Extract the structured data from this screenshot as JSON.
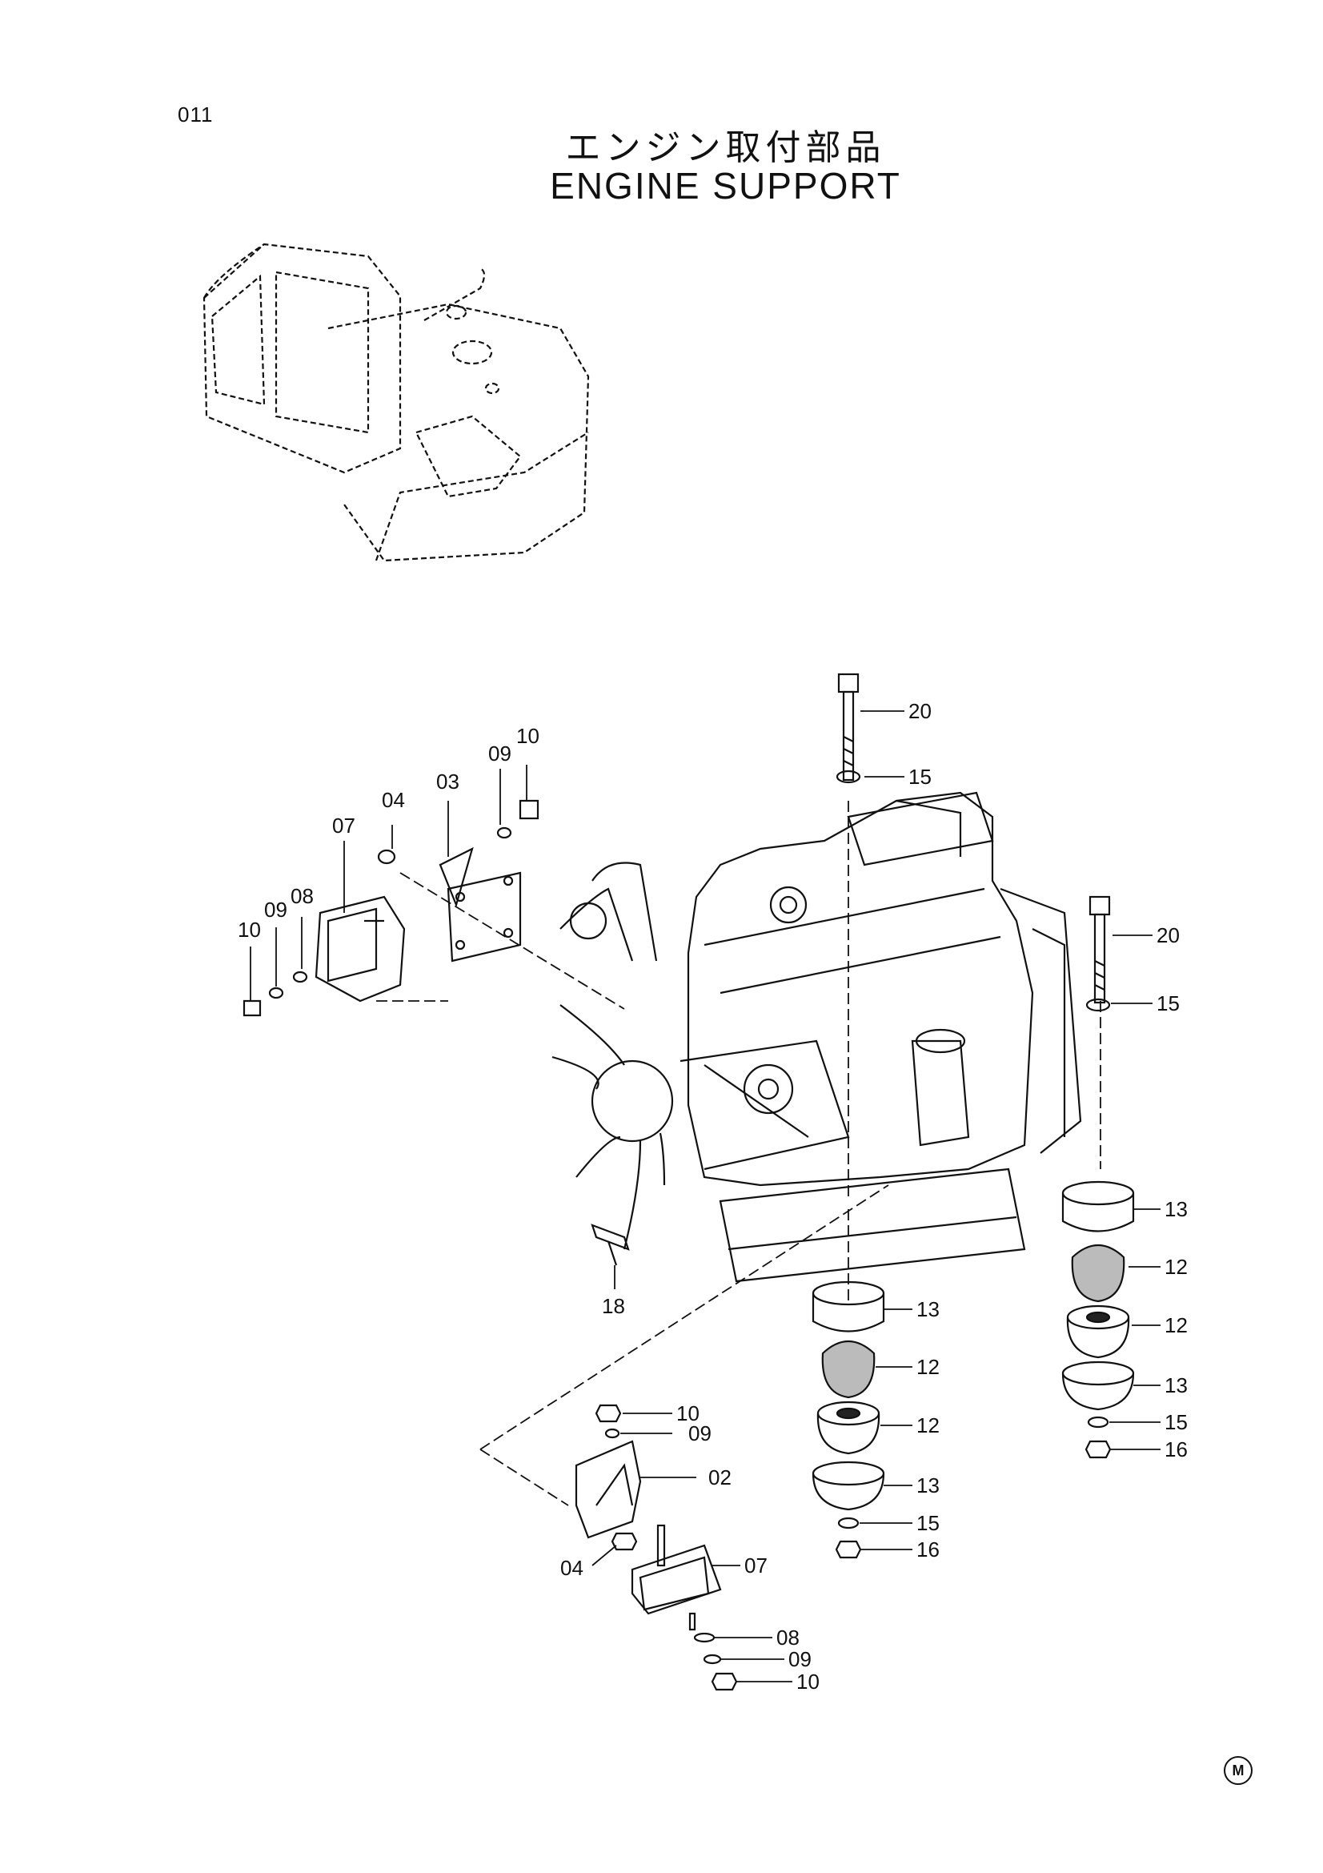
{
  "header": {
    "page_code": "011",
    "title_ja": "エンジン取付部品",
    "title_en": "ENGINE SUPPORT"
  },
  "callouts": [
    {
      "id": "c20a",
      "text": "20"
    },
    {
      "id": "c15a",
      "text": "15"
    },
    {
      "id": "c10a",
      "text": "10"
    },
    {
      "id": "c09a",
      "text": "09"
    },
    {
      "id": "c04a",
      "text": "04"
    },
    {
      "id": "c03",
      "text": "03"
    },
    {
      "id": "c07a",
      "text": "07"
    },
    {
      "id": "c08a",
      "text": "08"
    },
    {
      "id": "c09b",
      "text": "09"
    },
    {
      "id": "c10b",
      "text": "10"
    },
    {
      "id": "c20b",
      "text": "20"
    },
    {
      "id": "c15b",
      "text": "15"
    },
    {
      "id": "c13a",
      "text": "13"
    },
    {
      "id": "c12a",
      "text": "12"
    },
    {
      "id": "c12b",
      "text": "12"
    },
    {
      "id": "c13b",
      "text": "13"
    },
    {
      "id": "c15c",
      "text": "15"
    },
    {
      "id": "c16a",
      "text": "16"
    },
    {
      "id": "c13c",
      "text": "13"
    },
    {
      "id": "c12c",
      "text": "12"
    },
    {
      "id": "c12d",
      "text": "12"
    },
    {
      "id": "c13d",
      "text": "13"
    },
    {
      "id": "c15d",
      "text": "15"
    },
    {
      "id": "c16b",
      "text": "16"
    },
    {
      "id": "c18",
      "text": "18"
    },
    {
      "id": "c10c",
      "text": "10"
    },
    {
      "id": "c09c",
      "text": "09"
    },
    {
      "id": "c02",
      "text": "02"
    },
    {
      "id": "c04b",
      "text": "04"
    },
    {
      "id": "c07b",
      "text": "07"
    },
    {
      "id": "c08b",
      "text": "08"
    },
    {
      "id": "c09d",
      "text": "09"
    },
    {
      "id": "c10d",
      "text": "10"
    }
  ],
  "footer": {
    "mark": "M"
  }
}
